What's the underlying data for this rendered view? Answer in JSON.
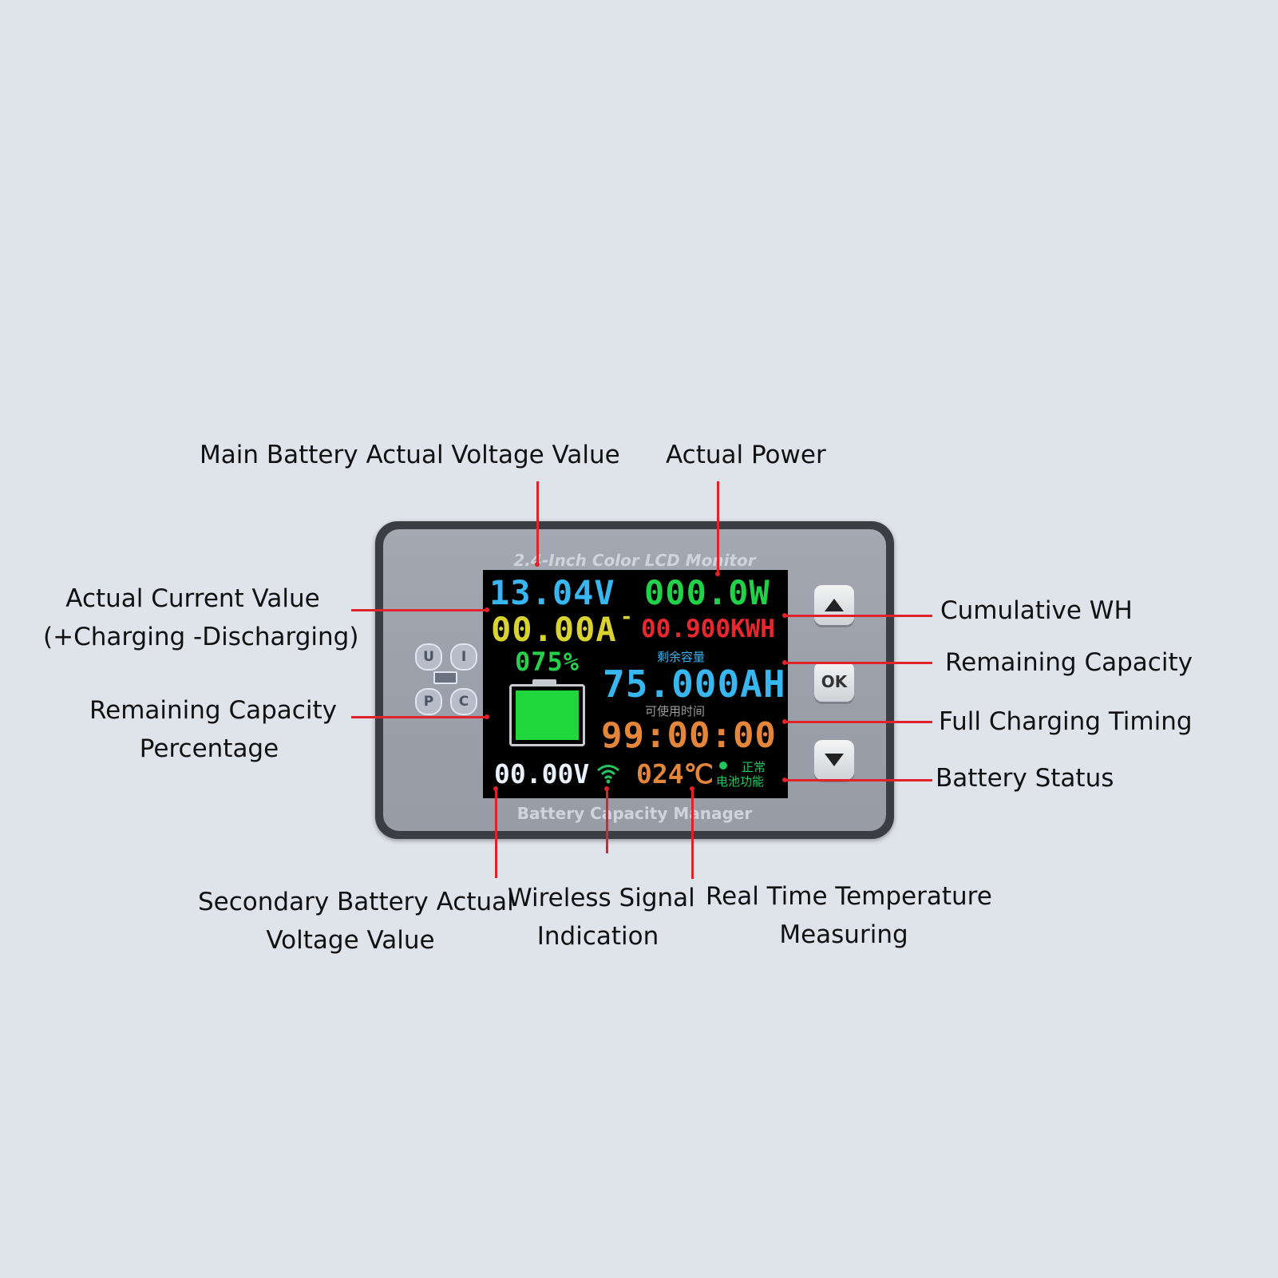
{
  "callouts": {
    "main_voltage": "Main Battery Actual Voltage Value",
    "actual_power": "Actual Power",
    "current_line1": "Actual Current Value",
    "current_line2": "(+Charging -Discharging)",
    "cumulative_wh": "Cumulative WH",
    "remaining_capacity": "Remaining Capacity",
    "percentage_line1": "Remaining Capacity",
    "percentage_line2": "Percentage",
    "full_charging_timing": "Full Charging Timing",
    "battery_status": "Battery Status",
    "secondary_line1": "Secondary Battery Actual",
    "secondary_line2": "Voltage Value",
    "wireless_line1": "Wireless Signal",
    "wireless_line2": "Indication",
    "temperature_line1": "Real Time Temperature",
    "temperature_line2": "Measuring"
  },
  "device": {
    "brand_top": "2.4-Inch Color LCD Monitor",
    "brand_bottom": "Battery Capacity Manager",
    "buttons": {
      "up": "up",
      "ok": "OK",
      "down": "down"
    },
    "mode_keys": [
      "U",
      "I",
      "P",
      "C"
    ]
  },
  "lcd": {
    "voltage": "13.04V",
    "power": "000.0W",
    "current": "00.00A",
    "current_sign": "-",
    "energy": "00.900KWH",
    "percentage": "075%",
    "battery_fill_fraction": 1.0,
    "remaining_label": "剩余容量",
    "remaining_capacity": "75.000AH",
    "time_label": "可使用时间",
    "timing": "99:00:00",
    "secondary_voltage": "00.00V",
    "temperature": "024℃",
    "status_line1": "正常",
    "status_line2": "电池功能"
  },
  "colors": {
    "voltage": "#37b6f0",
    "power": "#21d14a",
    "current": "#d9d332",
    "energy": "#e8282e",
    "percentage": "#26d04a",
    "remaining": "#37b6f0",
    "timing": "#e3863a",
    "secondary": "#e9f1ff",
    "temperature": "#e3863a",
    "status": "#22c55e",
    "leader": "#e0232b"
  },
  "icons": {
    "wifi": "wifi-icon",
    "battery": "battery-icon",
    "up": "triangle-up-icon",
    "down": "triangle-down-icon"
  }
}
